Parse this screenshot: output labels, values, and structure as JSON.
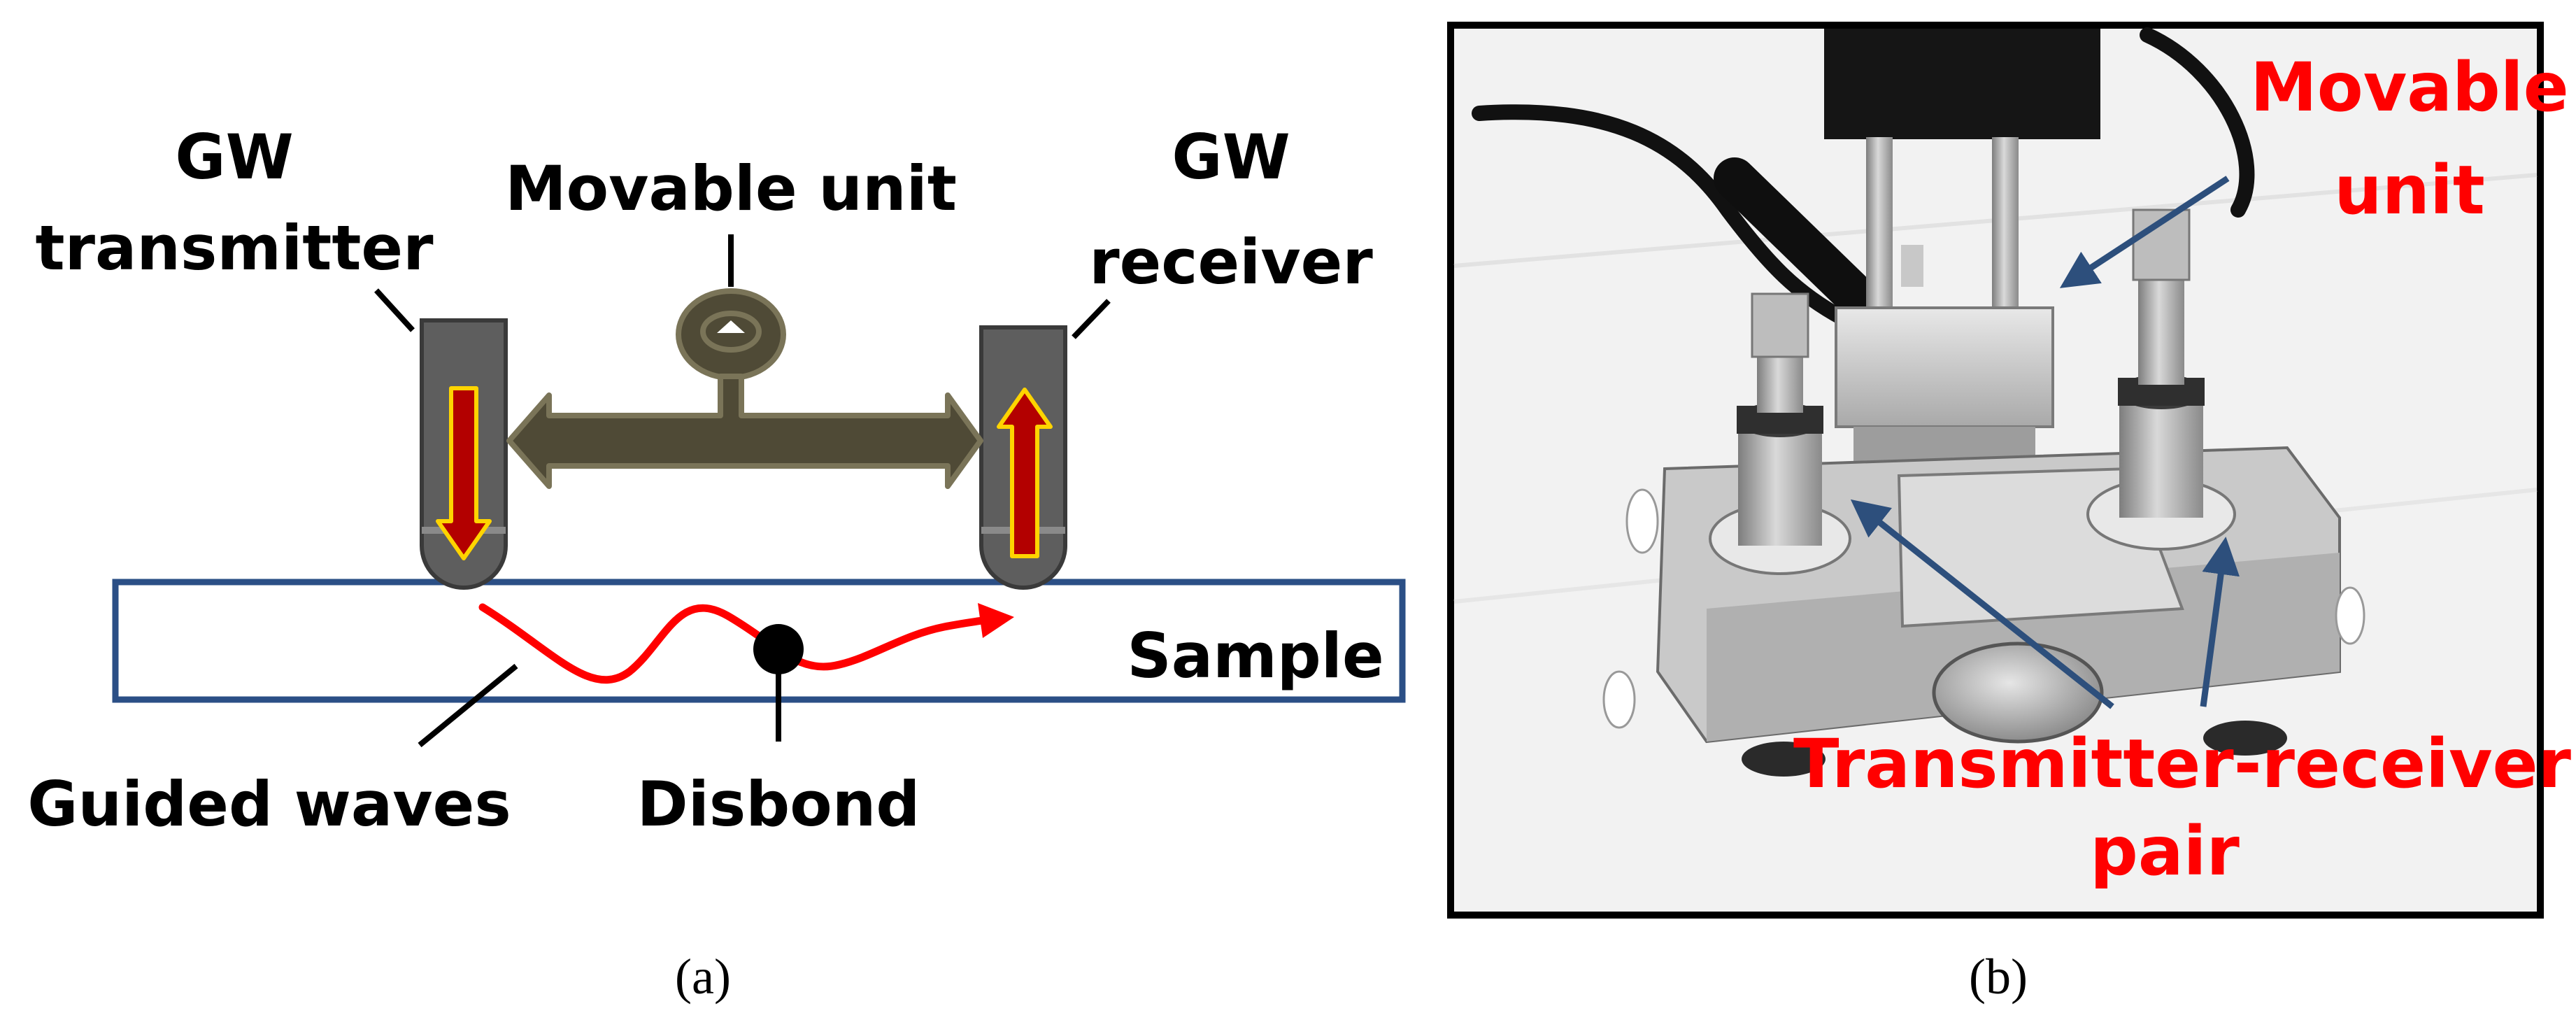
{
  "panel_a": {
    "caption": "(a)",
    "labels": {
      "transmitter_line1": "GW",
      "transmitter_line2": "transmitter",
      "movable_unit": "Movable unit",
      "receiver_line1": "GW",
      "receiver_line2": "receiver",
      "sample": "Sample",
      "guided_waves": "Guided waves",
      "disbond": "Disbond"
    }
  },
  "panel_b": {
    "caption": "(b)",
    "labels": {
      "movable_line1": "Movable",
      "movable_line2": "unit",
      "pair_line1": "Transmitter-receiver",
      "pair_line2": "pair"
    }
  },
  "colors": {
    "probe_fill": "#5e5e5e",
    "probe_stroke": "#3a3a3a",
    "arrow_inner": "#b30000",
    "arrow_outline": "#ffd400",
    "movable_fill": "#4f4a36",
    "movable_stroke": "#7a7458",
    "sample_stroke": "#2b4f86",
    "wave": "#ff0000",
    "photo_label": "#ff0000",
    "photo_pointer": "#2d4f7c"
  }
}
